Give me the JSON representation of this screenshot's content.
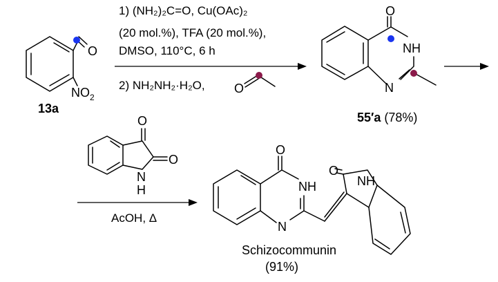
{
  "start_material": {
    "label": "13a",
    "aldehyde_o": "O",
    "nitro_group": "NO",
    "nitro_sub": "2"
  },
  "step1": {
    "line1": "1) (NH₂)₂C=O, Cu(OAc)₂",
    "line2": "(20 mol.%), TFA (20 mol.%),",
    "line3": "DMSO, 110°C, 6 h",
    "line4": "2) NH₂NH₂·H₂O,",
    "reagent_o": "O"
  },
  "intermediate": {
    "label": "55′a",
    "yield": "(78%)",
    "carbonyl_o": "O",
    "nh": "NH",
    "ring_n": "N"
  },
  "step2": {
    "isatin_o1": "O",
    "isatin_o2": "O",
    "isatin_nh": "N",
    "isatin_h": "H",
    "conditions": "AcOH, Δ"
  },
  "product": {
    "name": "Schizocommunin",
    "yield": "(91%)",
    "carbonyl_o": "O",
    "nh": "NH",
    "ring_n": "N",
    "oxindole_o": "O",
    "oxindole_nh": "NH"
  },
  "colors": {
    "blue_dot": "#1a35f0",
    "purple_dot": "#8b1a4a"
  }
}
